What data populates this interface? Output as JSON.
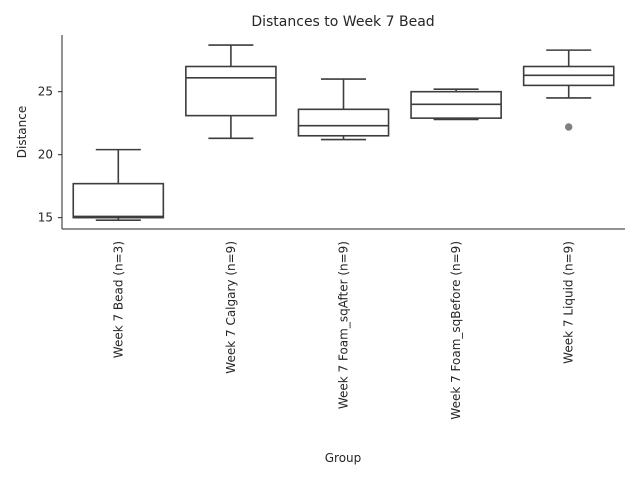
{
  "chart_data": {
    "type": "box",
    "title": "Distances to Week 7 Bead",
    "xlabel": "Group",
    "ylabel": "Distance",
    "ylim": [
      14.1,
      29.5
    ],
    "yticks": [
      15,
      20,
      25
    ],
    "grid": false,
    "categories": [
      "Week 7 Bead (n=3)",
      "Week 7 Calgary (n=9)",
      "Week 7 Foam_sqAfter (n=9)",
      "Week 7 Foam_sqBefore (n=9)",
      "Week 7 Liquid (n=9)"
    ],
    "boxes": [
      {
        "whisker_low": 14.8,
        "q1": 15.0,
        "median": 15.1,
        "q3": 17.7,
        "whisker_high": 20.4,
        "outliers": []
      },
      {
        "whisker_low": 21.3,
        "q1": 23.1,
        "median": 26.1,
        "q3": 27.0,
        "whisker_high": 28.7,
        "outliers": []
      },
      {
        "whisker_low": 21.2,
        "q1": 21.5,
        "median": 22.3,
        "q3": 23.6,
        "whisker_high": 26.0,
        "outliers": []
      },
      {
        "whisker_low": 22.8,
        "q1": 22.9,
        "median": 24.0,
        "q3": 25.0,
        "whisker_high": 25.2,
        "outliers": []
      },
      {
        "whisker_low": 24.5,
        "q1": 25.5,
        "median": 26.3,
        "q3": 27.0,
        "whisker_high": 28.3,
        "outliers": [
          22.2
        ]
      }
    ]
  }
}
